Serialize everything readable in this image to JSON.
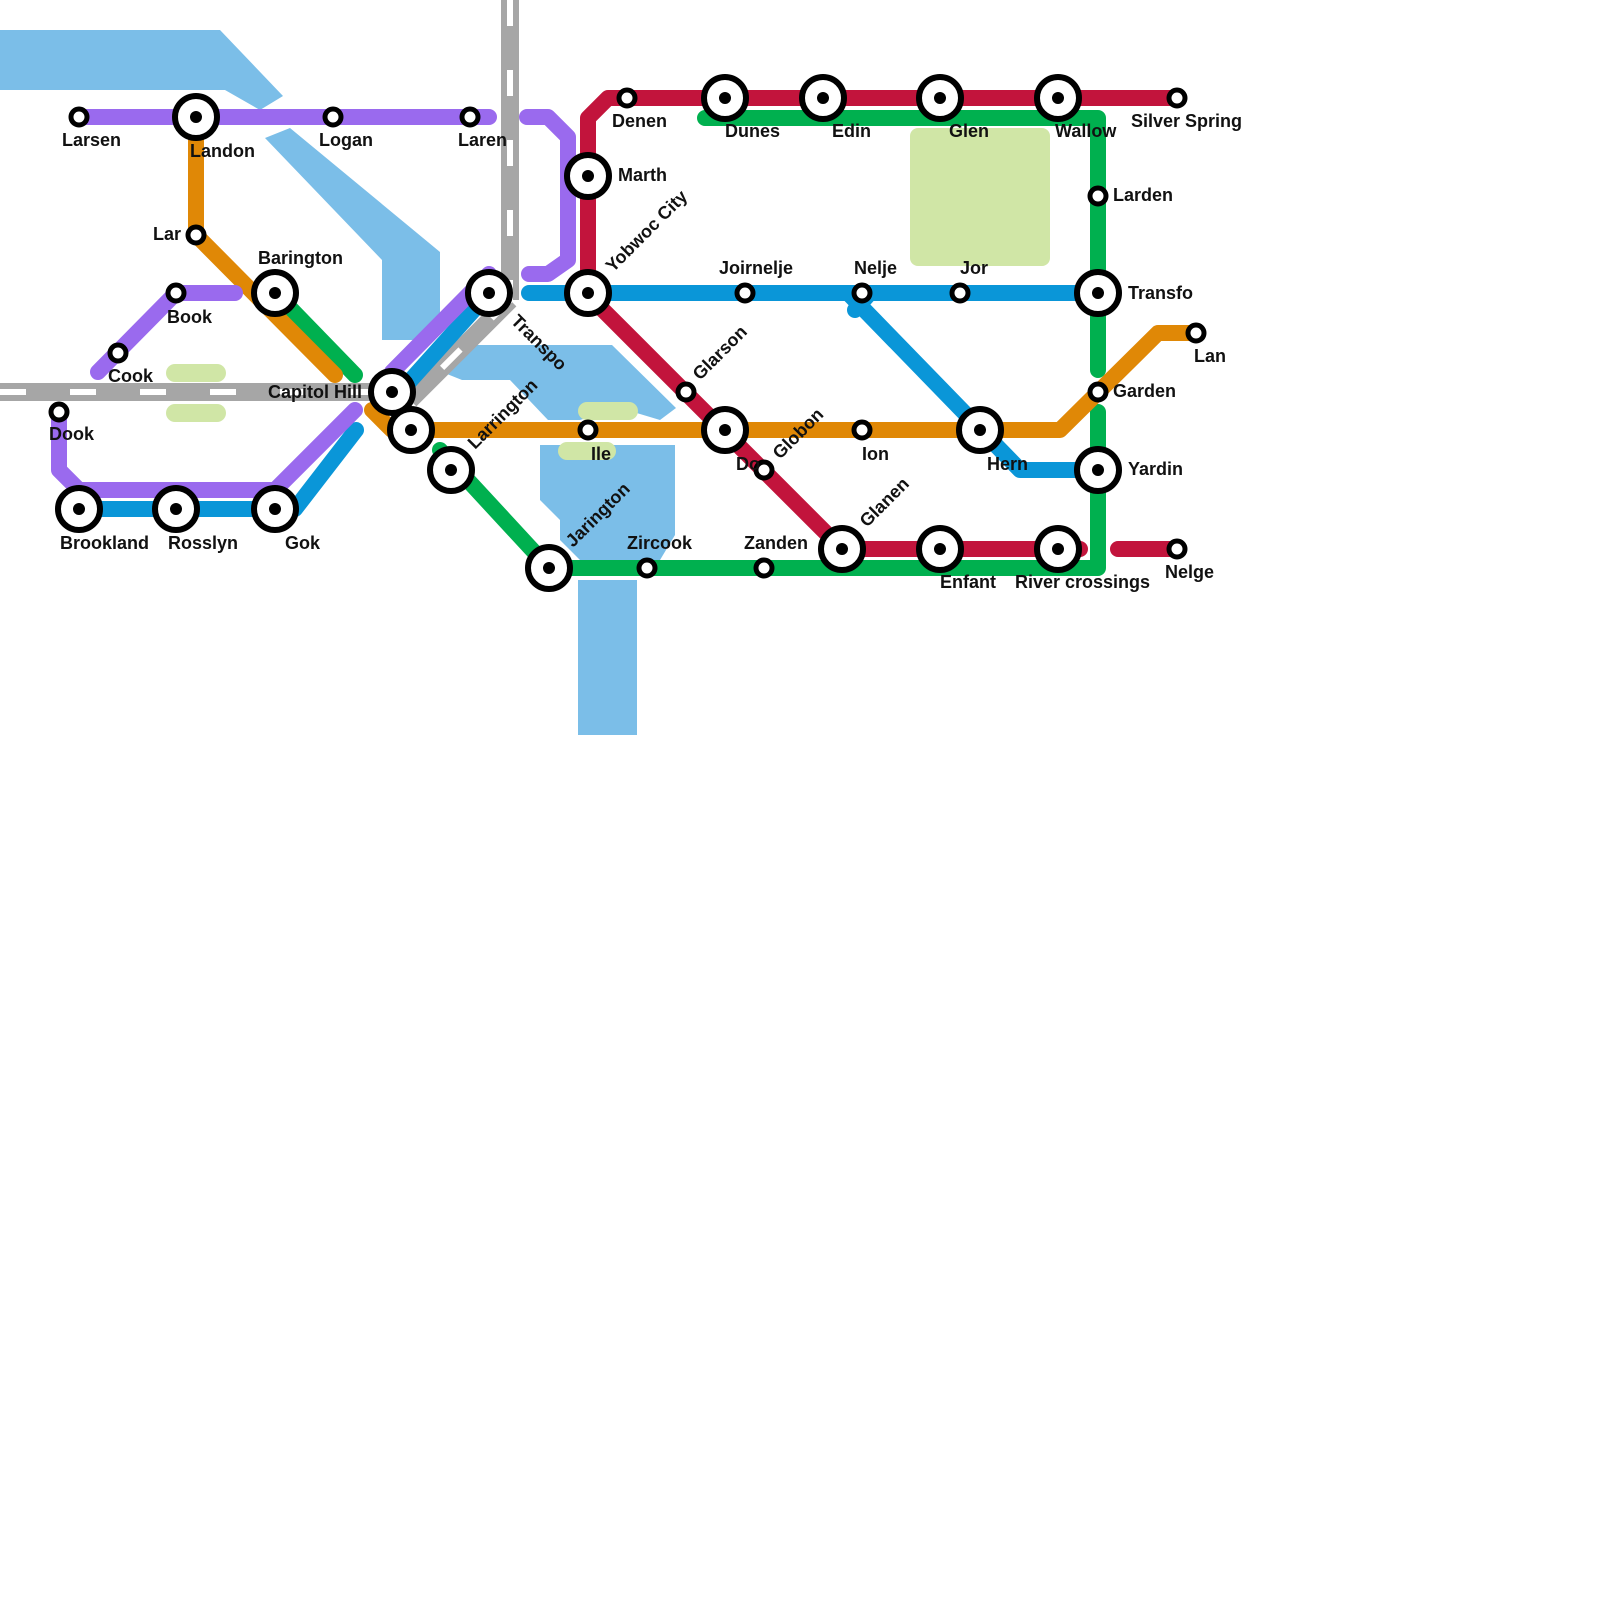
{
  "colors": {
    "purple": "#9a6aee",
    "red": "#c2143c",
    "green": "#00b04f",
    "blue": "#0a96d8",
    "orange": "#e08806",
    "water": "#7bbee8",
    "park": "#d0e6a6",
    "rail": "#a6a6a6"
  },
  "stations": [
    {
      "id": "larsen",
      "name": "Larsen"
    },
    {
      "id": "landon",
      "name": "Landon"
    },
    {
      "id": "logan",
      "name": "Logan"
    },
    {
      "id": "laren",
      "name": "Laren"
    },
    {
      "id": "lar",
      "name": "Lar"
    },
    {
      "id": "barington",
      "name": "Barington"
    },
    {
      "id": "book",
      "name": "Book"
    },
    {
      "id": "cook",
      "name": "Cook"
    },
    {
      "id": "dook",
      "name": "Dook"
    },
    {
      "id": "capitol-hill",
      "name": "Capitol Hill"
    },
    {
      "id": "brookland",
      "name": "Brookland"
    },
    {
      "id": "rosslyn",
      "name": "Rosslyn"
    },
    {
      "id": "gok",
      "name": "Gok"
    },
    {
      "id": "transpo",
      "name": "Transpo"
    },
    {
      "id": "larrington",
      "name": "Larrington"
    },
    {
      "id": "jarington",
      "name": "Jarington"
    },
    {
      "id": "marth",
      "name": "Marth"
    },
    {
      "id": "yobwoc-city",
      "name": "Yobwoc City"
    },
    {
      "id": "denen",
      "name": "Denen"
    },
    {
      "id": "dunes",
      "name": "Dunes"
    },
    {
      "id": "edin",
      "name": "Edin"
    },
    {
      "id": "glen",
      "name": "Glen"
    },
    {
      "id": "wallow",
      "name": "Wallow"
    },
    {
      "id": "silver-spring",
      "name": "Silver Spring"
    },
    {
      "id": "larden",
      "name": "Larden"
    },
    {
      "id": "transfo",
      "name": "Transfo"
    },
    {
      "id": "lan",
      "name": "Lan"
    },
    {
      "id": "garden",
      "name": "Garden"
    },
    {
      "id": "yardin",
      "name": "Yardin"
    },
    {
      "id": "joirnelje",
      "name": "Joirnelje"
    },
    {
      "id": "nelje",
      "name": "Nelje"
    },
    {
      "id": "jor",
      "name": "Jor"
    },
    {
      "id": "glarson",
      "name": "Glarson"
    },
    {
      "id": "ile",
      "name": "Ile"
    },
    {
      "id": "do",
      "name": "Do"
    },
    {
      "id": "globon",
      "name": "Globon"
    },
    {
      "id": "ion",
      "name": "Ion"
    },
    {
      "id": "hern",
      "name": "Hern"
    },
    {
      "id": "zircook",
      "name": "Zircook"
    },
    {
      "id": "zanden",
      "name": "Zanden"
    },
    {
      "id": "glanen",
      "name": "Glanen"
    },
    {
      "id": "enfant",
      "name": "Enfant"
    },
    {
      "id": "river-crossings",
      "name": "River crossings"
    },
    {
      "id": "nelge",
      "name": "Nelge"
    }
  ]
}
